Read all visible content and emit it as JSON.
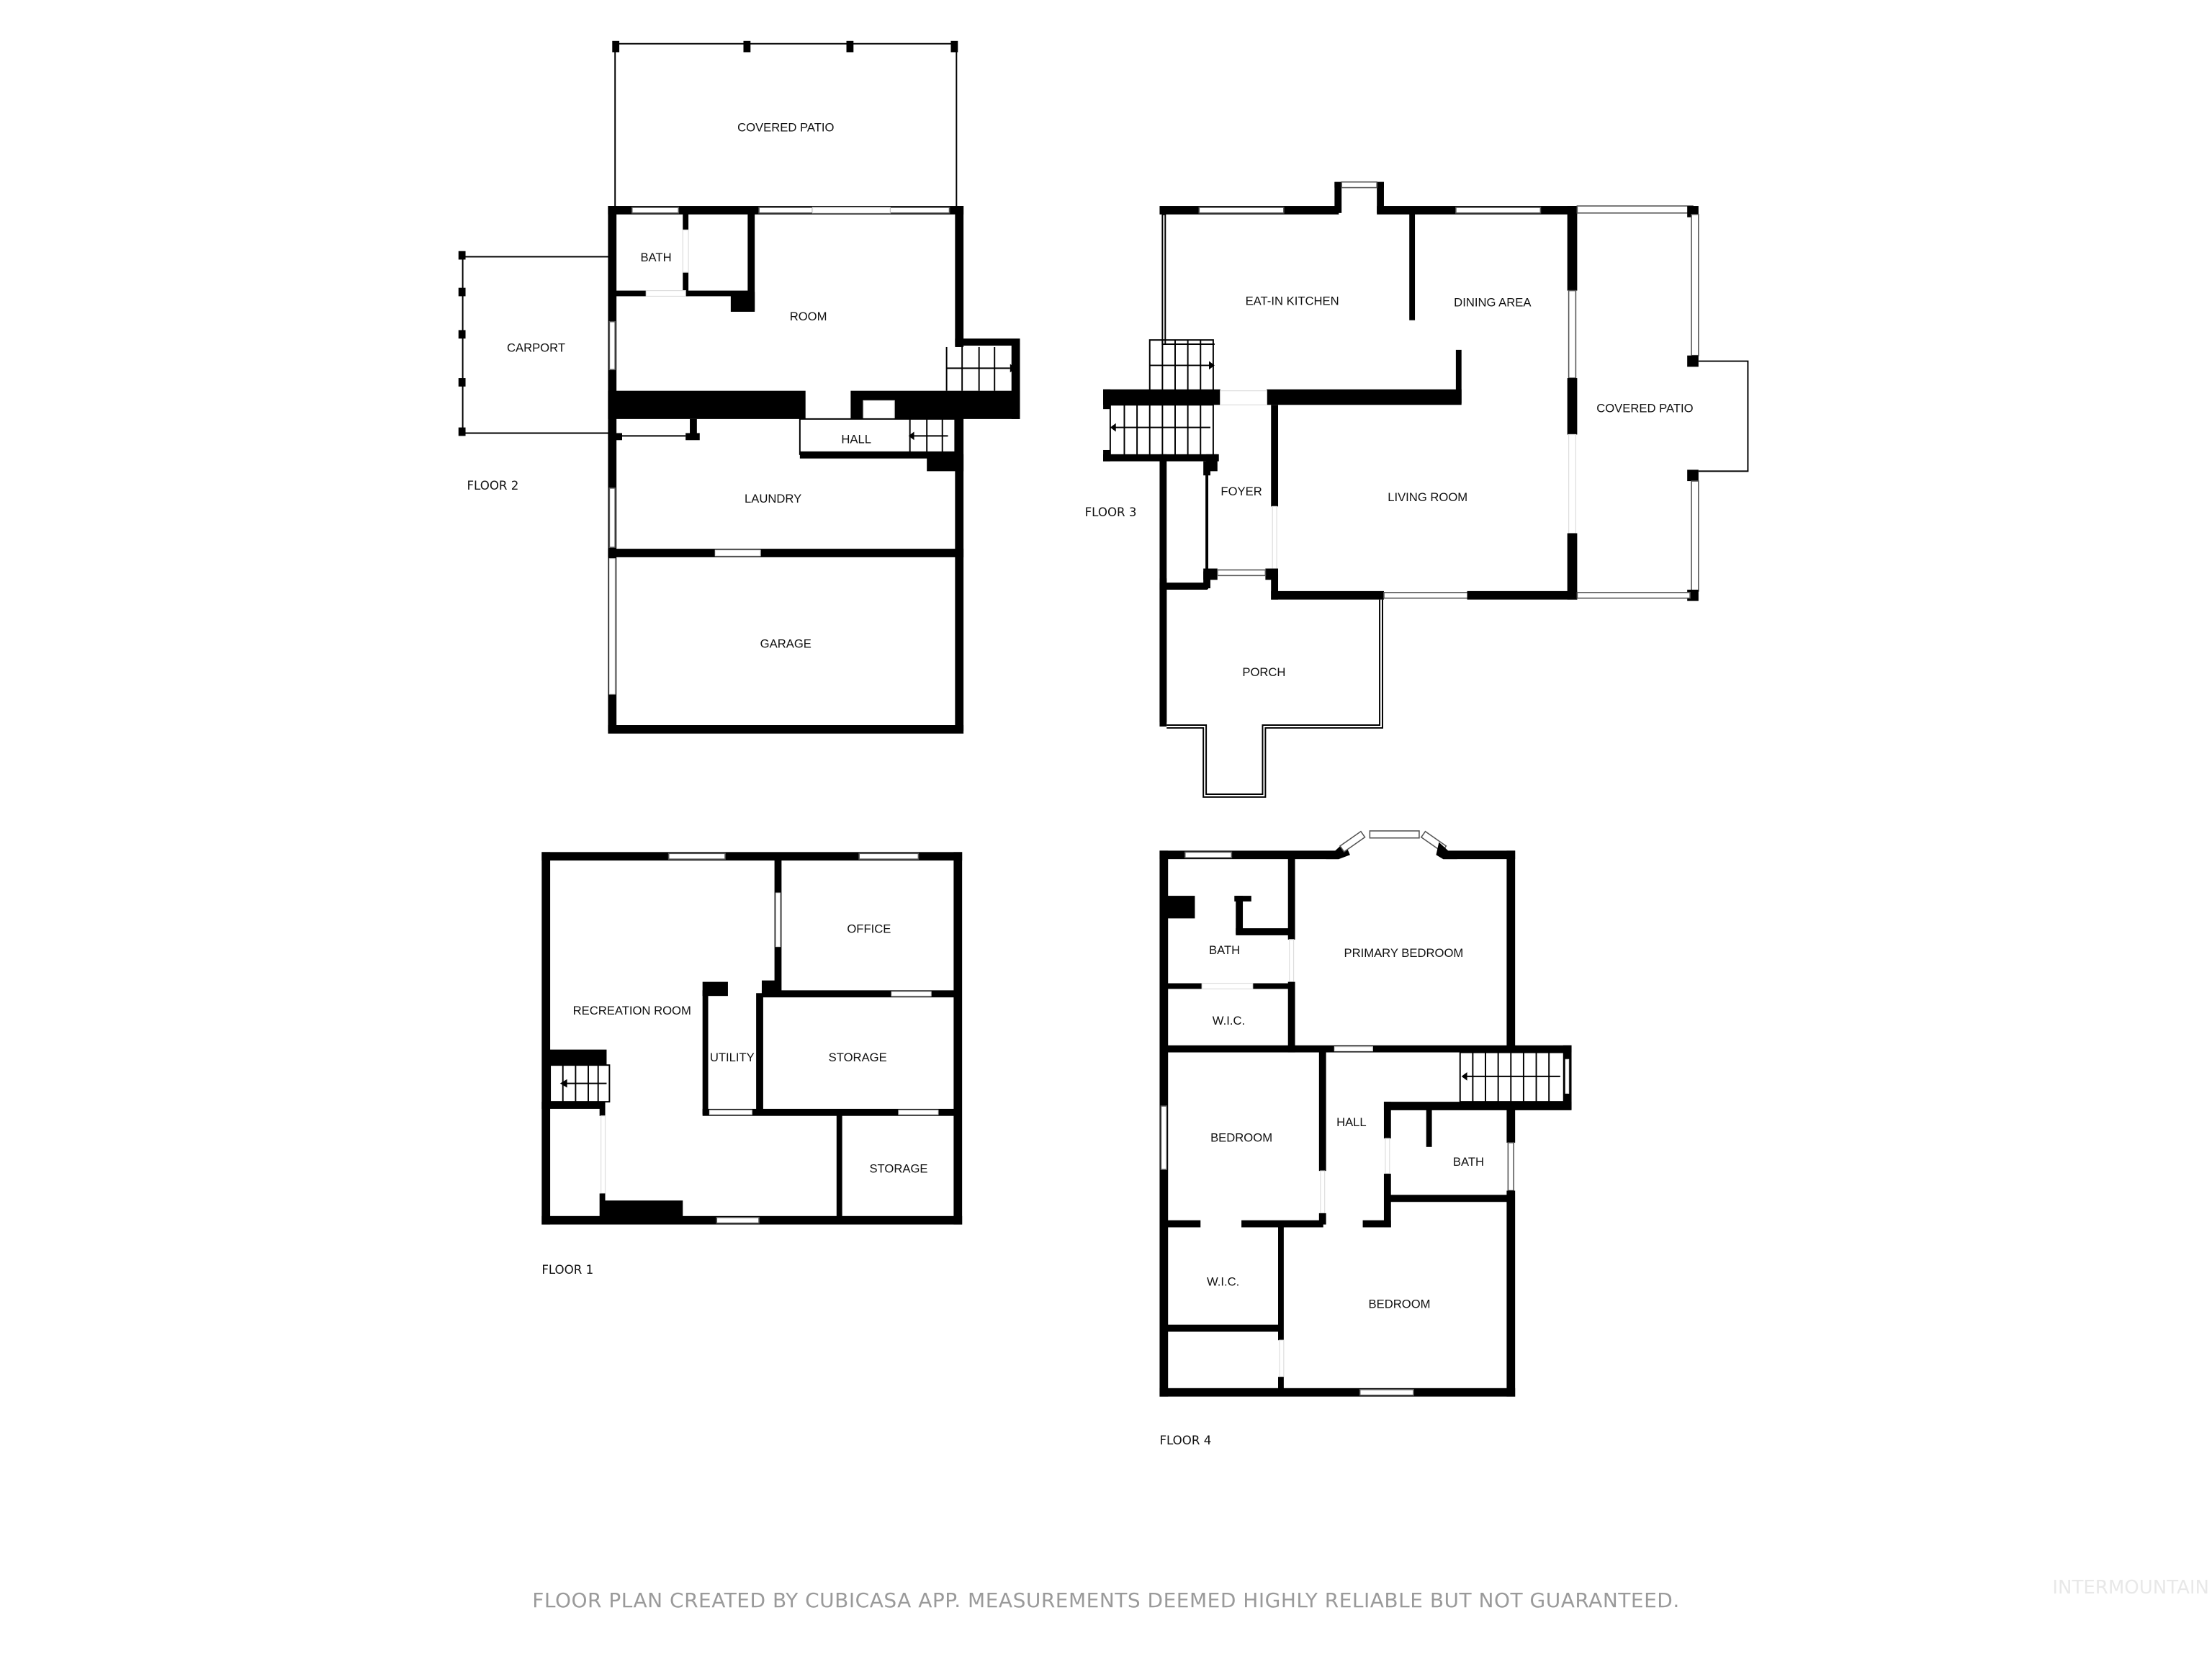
{
  "floors": [
    {
      "id": "floor2",
      "label": "FLOOR 2",
      "rooms": [
        "COVERED PATIO",
        "BATH",
        "ROOM",
        "CARPORT",
        "HALL",
        "LAUNDRY",
        "GARAGE"
      ]
    },
    {
      "id": "floor3",
      "label": "FLOOR 3",
      "rooms": [
        "EAT-IN KITCHEN",
        "DINING AREA",
        "COVERED PATIO",
        "FOYER",
        "LIVING ROOM",
        "PORCH"
      ]
    },
    {
      "id": "floor1",
      "label": "FLOOR 1",
      "rooms": [
        "RECREATION ROOM",
        "OFFICE",
        "UTILITY",
        "STORAGE",
        "STORAGE"
      ]
    },
    {
      "id": "floor4",
      "label": "FLOOR 4",
      "rooms": [
        "BATH",
        "PRIMARY BEDROOM",
        "W.I.C.",
        "BEDROOM",
        "HALL",
        "BATH",
        "W.I.C.",
        "BEDROOM"
      ]
    }
  ],
  "footer": {
    "disclaimer": "FLOOR PLAN CREATED BY CUBICASA APP. MEASUREMENTS DEEMED HIGHLY RELIABLE BUT NOT GUARANTEED.",
    "watermark": "INTERMOUNTAIN"
  },
  "colors": {
    "wall": "#000000",
    "background": "#ffffff",
    "footer_text": "#9a9a9a",
    "watermark": "#e8e8e8"
  }
}
